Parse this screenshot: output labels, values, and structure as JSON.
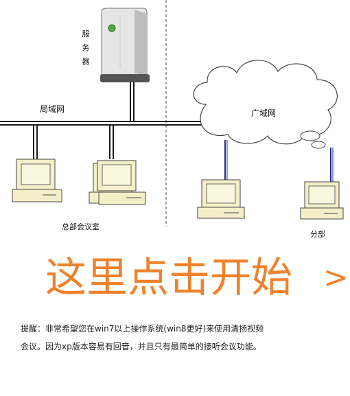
{
  "diagram": {
    "server_label": [
      "服",
      "务",
      "器"
    ],
    "lan_label": "局域网",
    "wan_label": "广域网",
    "hq_label": "总部会议室",
    "branch_label": "分部"
  },
  "start_link": {
    "text": "这里点击开始",
    "arrow": ">"
  },
  "notice": {
    "line1": "提醒：非常希望您在win7以上操作系统(win8更好)来使用清扬视频",
    "line2": "会议。因为xp版本容易有回音，并且只有最简单的接听会议功能。"
  },
  "colors": {
    "accent": "#f0822b",
    "network_line": "#1a1a1a",
    "wan_link": "#1f2a8a"
  }
}
